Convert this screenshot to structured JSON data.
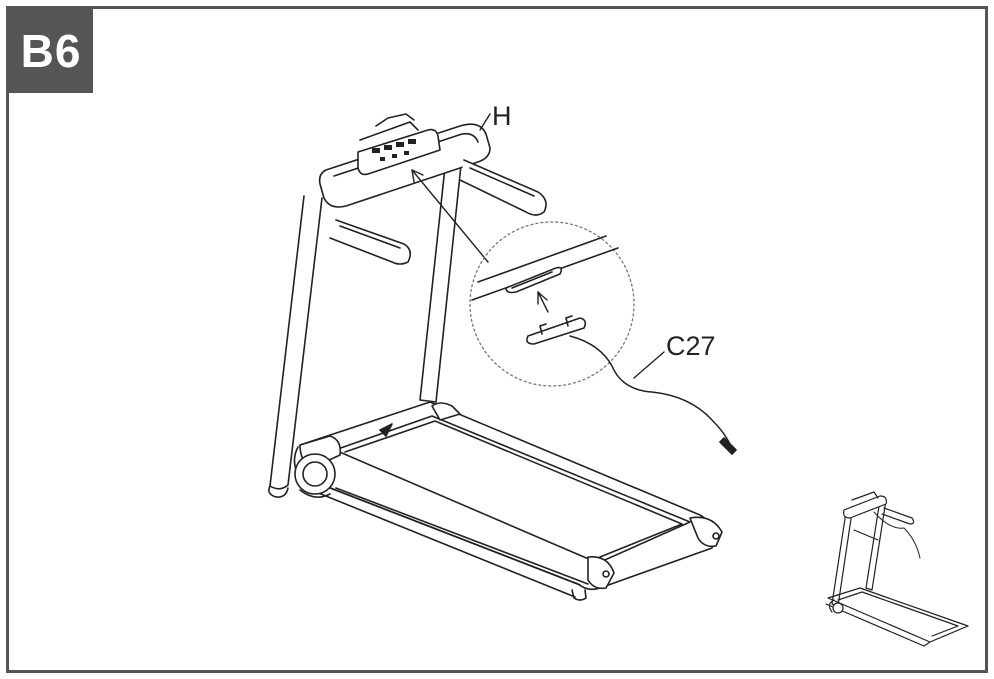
{
  "step": {
    "label": "B6"
  },
  "labels": {
    "handlebar_part": "H",
    "cable_part": "C27"
  },
  "colors": {
    "frame": "#555555",
    "line": "#222222",
    "detail_circle": "#777777"
  }
}
